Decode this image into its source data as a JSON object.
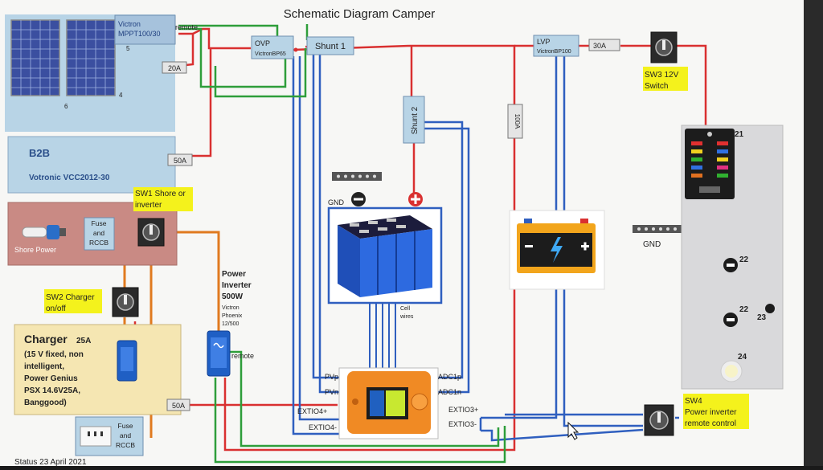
{
  "title": "Schematic Diagram Camper",
  "status": "Status 23 April 2021",
  "solar": {
    "controller_line1": "Victron",
    "controller_line2": "MPPT100/30",
    "remote": "remote",
    "fuse": "20A",
    "marker5": "5",
    "marker4": "4",
    "marker6": "6"
  },
  "b2b": {
    "title": "B2B",
    "model": "Votronic VCC2012-30",
    "fuse": "50A"
  },
  "shore": {
    "label": "Shore Power",
    "fuse_line1": "Fuse",
    "fuse_line2": "and",
    "fuse_line3": "RCCB"
  },
  "sw1": {
    "line1": "SW1 Shore or",
    "line2": "inverter"
  },
  "sw2": {
    "line1": "SW2 Charger",
    "line2": "on/off"
  },
  "charger": {
    "title": "Charger",
    "rating": "25A",
    "line1": "(15 V fixed, non",
    "line2": "intelligent,",
    "line3": "Power Genius",
    "line4": "PSX 14.6V25A,",
    "line5": "Banggood)",
    "fuse": "50A"
  },
  "socket": {
    "line1": "Fuse",
    "line2": "and",
    "line3": "RCCB"
  },
  "inverter": {
    "line1": "Power",
    "line2": "Inverter",
    "line3": "500W",
    "line4": "Victron",
    "line5": "Phoenix",
    "line6": "12/500",
    "remote": "remote"
  },
  "ovp": {
    "line1": "OVP",
    "line2": "VictronBP65"
  },
  "shunt1": "Shunt 1",
  "shunt2": "Shunt 2",
  "battery": {
    "gnd": "GND",
    "cell_line1": "Cell",
    "cell_line2": "wires"
  },
  "fuse100": "100A",
  "lvp": {
    "line1": "LVP",
    "line2": "VictronBP100"
  },
  "fuse30": "30A",
  "sw3": {
    "line1": "SW3 12V",
    "line2": "Switch"
  },
  "gnd_bar": "GND",
  "fuse_box": {
    "n21": "21",
    "n22a": "22",
    "n22b": "22",
    "n23": "23",
    "n24": "24"
  },
  "bms": {
    "pvp": "PVp",
    "pvn": "PVn",
    "extio4p": "EXTIO4+",
    "extio4m": "EXTIO4-",
    "adc1p": "ADC1p",
    "adc1n": "ADC1n",
    "extio3p": "EXTIO3+",
    "extio3m": "EXTIO3-"
  },
  "sw4": {
    "line1": "SW4",
    "line2": "Power inverter",
    "line3": "remote control"
  },
  "colors": {
    "positive": "#d93030",
    "negative": "#1f1f1f",
    "blue_wire": "#2f5fbf",
    "green_wire": "#2e9e3a",
    "ac_wire": "#e07a1f",
    "highlight": "#f4f21c",
    "panel_blue": "#b8d4e6",
    "shore_red": "#c98a84",
    "charger_yellow": "#f5e6b2"
  }
}
